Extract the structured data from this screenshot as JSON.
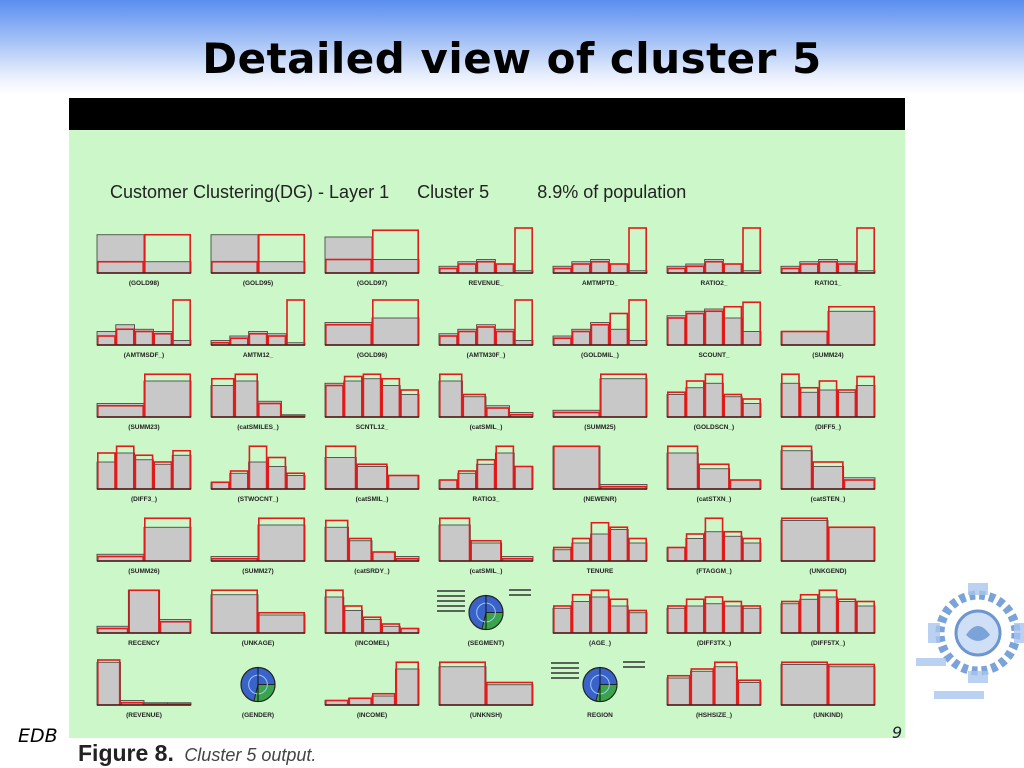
{
  "slide": {
    "title": "Detailed view of cluster 5",
    "footer_left": "EDB",
    "footer_right": "9"
  },
  "figure": {
    "caption_label": "Figure 8.",
    "caption_text": "Cluster 5 output."
  },
  "colors": {
    "header_gradient_top": "#5a8ef0",
    "figure_background": "#ccf7c8",
    "population_fill": "#c8c8c8",
    "cluster_outline": "#e21b1b",
    "pie_blue": "#3a63c9",
    "pie_green": "#3aa44a"
  },
  "chart_data": {
    "type": "bar",
    "title": "Customer Clustering(DG) - Layer 1",
    "cluster_label": "Cluster 5",
    "population_label": "8.9% of population",
    "ylim": [
      0,
      1
    ],
    "series_description": "gray fill = overall population distribution, red outline = cluster 5 distribution",
    "panels": [
      {
        "label": "(GOLD98)",
        "kind": "bar",
        "gray": [
          0.85,
          0.25
        ],
        "red": [
          0.25,
          0.85
        ]
      },
      {
        "label": "(GOLD95)",
        "kind": "bar",
        "gray": [
          0.85,
          0.25
        ],
        "red": [
          0.25,
          0.85
        ]
      },
      {
        "label": "(GOLD97)",
        "kind": "bar",
        "gray": [
          0.8,
          0.3
        ],
        "red": [
          0.3,
          0.95
        ]
      },
      {
        "label": "REVENUE_",
        "kind": "bar",
        "gray": [
          0.15,
          0.25,
          0.3,
          0.2,
          0.05
        ],
        "red": [
          0.1,
          0.2,
          0.25,
          0.2,
          1.0
        ]
      },
      {
        "label": "AMTMPTD_",
        "kind": "bar",
        "gray": [
          0.15,
          0.25,
          0.3,
          0.2,
          0.05
        ],
        "red": [
          0.1,
          0.2,
          0.25,
          0.2,
          1.0
        ]
      },
      {
        "label": "RATIO2_",
        "kind": "bar",
        "gray": [
          0.15,
          0.2,
          0.3,
          0.2,
          0.05
        ],
        "red": [
          0.1,
          0.15,
          0.25,
          0.2,
          1.0
        ]
      },
      {
        "label": "RATIO1_",
        "kind": "bar",
        "gray": [
          0.15,
          0.25,
          0.3,
          0.25,
          0.05
        ],
        "red": [
          0.1,
          0.2,
          0.25,
          0.2,
          1.0
        ]
      },
      {
        "label": "(AMTMSDF_)",
        "kind": "bar",
        "gray": [
          0.3,
          0.45,
          0.35,
          0.3,
          0.1
        ],
        "red": [
          0.2,
          0.35,
          0.3,
          0.25,
          1.0
        ]
      },
      {
        "label": "AMTM12_",
        "kind": "bar",
        "gray": [
          0.1,
          0.2,
          0.3,
          0.25,
          0.05
        ],
        "red": [
          0.05,
          0.15,
          0.25,
          0.2,
          1.0
        ]
      },
      {
        "label": "(GOLD96)",
        "kind": "bar",
        "gray": [
          0.5,
          0.6
        ],
        "red": [
          0.45,
          1.0
        ]
      },
      {
        "label": "(AMTM30F_)",
        "kind": "bar",
        "gray": [
          0.25,
          0.35,
          0.45,
          0.35,
          0.1
        ],
        "red": [
          0.2,
          0.3,
          0.4,
          0.3,
          1.0
        ]
      },
      {
        "label": "(GOLDMIL_)",
        "kind": "bar",
        "gray": [
          0.2,
          0.35,
          0.5,
          0.35,
          0.1
        ],
        "red": [
          0.15,
          0.3,
          0.45,
          0.7,
          1.0
        ]
      },
      {
        "label": "SCOUNT_",
        "kind": "bar",
        "gray": [
          0.65,
          0.75,
          0.8,
          0.6,
          0.3
        ],
        "red": [
          0.6,
          0.7,
          0.75,
          0.85,
          0.95
        ]
      },
      {
        "label": "(SUMM24)",
        "kind": "bar",
        "gray": [
          0.3,
          0.75
        ],
        "red": [
          0.3,
          0.85
        ]
      },
      {
        "label": "(SUMM23)",
        "kind": "bar",
        "gray": [
          0.3,
          0.8
        ],
        "red": [
          0.25,
          0.95
        ]
      },
      {
        "label": "(catSMILES_)",
        "kind": "bar",
        "gray": [
          0.7,
          0.8,
          0.35,
          0.05
        ],
        "red": [
          0.85,
          0.95,
          0.3,
          0.02
        ]
      },
      {
        "label": "SCNTL12_",
        "kind": "bar",
        "gray": [
          0.75,
          0.8,
          0.85,
          0.7,
          0.5
        ],
        "red": [
          0.7,
          0.9,
          0.95,
          0.85,
          0.6
        ]
      },
      {
        "label": "(catSMIL_)",
        "kind": "bar",
        "gray": [
          0.8,
          0.45,
          0.25,
          0.1
        ],
        "red": [
          0.95,
          0.5,
          0.2,
          0.05
        ]
      },
      {
        "label": "(SUMM25)",
        "kind": "bar",
        "gray": [
          0.15,
          0.85
        ],
        "red": [
          0.1,
          0.95
        ]
      },
      {
        "label": "(GOLDSCN_)",
        "kind": "bar",
        "gray": [
          0.5,
          0.65,
          0.75,
          0.45,
          0.3
        ],
        "red": [
          0.55,
          0.8,
          0.95,
          0.5,
          0.4
        ]
      },
      {
        "label": "(DIFF5_)",
        "kind": "bar",
        "gray": [
          0.75,
          0.55,
          0.6,
          0.55,
          0.7
        ],
        "red": [
          0.95,
          0.65,
          0.8,
          0.6,
          0.9
        ]
      },
      {
        "label": "(DIFF3_)",
        "kind": "bar",
        "gray": [
          0.6,
          0.8,
          0.65,
          0.55,
          0.75
        ],
        "red": [
          0.8,
          0.95,
          0.75,
          0.6,
          0.85
        ]
      },
      {
        "label": "(STWOCNT_)",
        "kind": "bar",
        "gray": [
          0.15,
          0.35,
          0.6,
          0.5,
          0.3
        ],
        "red": [
          0.15,
          0.4,
          0.95,
          0.7,
          0.35
        ]
      },
      {
        "label": "(catSMIL_)",
        "kind": "bar",
        "gray": [
          0.7,
          0.5,
          0.3
        ],
        "red": [
          0.95,
          0.55,
          0.3
        ]
      },
      {
        "label": "RATIO3_",
        "kind": "bar",
        "gray": [
          0.2,
          0.35,
          0.55,
          0.8,
          0.5
        ],
        "red": [
          0.2,
          0.4,
          0.65,
          0.95,
          0.5
        ]
      },
      {
        "label": "(NEWENR)",
        "kind": "bar",
        "gray": [
          0.95,
          0.1
        ],
        "red": [
          0.95,
          0.05
        ]
      },
      {
        "label": "(catSTXN_)",
        "kind": "bar",
        "gray": [
          0.8,
          0.45,
          0.2
        ],
        "red": [
          0.95,
          0.55,
          0.2
        ]
      },
      {
        "label": "(catSTEN_)",
        "kind": "bar",
        "gray": [
          0.85,
          0.5,
          0.25
        ],
        "red": [
          0.95,
          0.6,
          0.2
        ]
      },
      {
        "label": "(SUMM26)",
        "kind": "bar",
        "gray": [
          0.15,
          0.75
        ],
        "red": [
          0.1,
          0.95
        ]
      },
      {
        "label": "(SUMM27)",
        "kind": "bar",
        "gray": [
          0.1,
          0.8
        ],
        "red": [
          0.05,
          0.95
        ]
      },
      {
        "label": "(catSRDY_)",
        "kind": "bar",
        "gray": [
          0.75,
          0.45,
          0.2,
          0.1
        ],
        "red": [
          0.9,
          0.5,
          0.2,
          0.05
        ]
      },
      {
        "label": "(catSMIL_)",
        "kind": "bar",
        "gray": [
          0.8,
          0.4,
          0.1
        ],
        "red": [
          0.95,
          0.45,
          0.05
        ]
      },
      {
        "label": "TENURE",
        "kind": "bar",
        "gray": [
          0.25,
          0.4,
          0.6,
          0.7,
          0.4
        ],
        "red": [
          0.3,
          0.5,
          0.85,
          0.75,
          0.5
        ]
      },
      {
        "label": "(FTAGGM_)",
        "kind": "bar",
        "gray": [
          0.3,
          0.5,
          0.65,
          0.55,
          0.4
        ],
        "red": [
          0.3,
          0.6,
          0.95,
          0.65,
          0.5
        ]
      },
      {
        "label": "(UNKGEND)",
        "kind": "bar",
        "gray": [
          0.9,
          0.75
        ],
        "red": [
          0.95,
          0.75
        ]
      },
      {
        "label": "RECENCY",
        "kind": "bar",
        "gray": [
          0.15,
          0.95,
          0.3
        ],
        "red": [
          0.1,
          0.95,
          0.25
        ]
      },
      {
        "label": "(UNKAGE)",
        "kind": "bar",
        "gray": [
          0.85,
          0.4
        ],
        "red": [
          0.95,
          0.45
        ]
      },
      {
        "label": "(INCOMEL)",
        "kind": "bar",
        "gray": [
          0.8,
          0.5,
          0.3,
          0.15,
          0.1
        ],
        "red": [
          0.95,
          0.6,
          0.35,
          0.2,
          0.1
        ]
      },
      {
        "label": "(SEGMENT)",
        "kind": "pie",
        "legend_lines": 5
      },
      {
        "label": "(AGE_)",
        "kind": "bar",
        "gray": [
          0.55,
          0.7,
          0.8,
          0.6,
          0.45
        ],
        "red": [
          0.6,
          0.85,
          0.95,
          0.75,
          0.5
        ]
      },
      {
        "label": "(DIFF3TX_)",
        "kind": "bar",
        "gray": [
          0.55,
          0.6,
          0.65,
          0.6,
          0.55
        ],
        "red": [
          0.6,
          0.75,
          0.8,
          0.7,
          0.6
        ]
      },
      {
        "label": "(DIFF5TX_)",
        "kind": "bar",
        "gray": [
          0.65,
          0.75,
          0.8,
          0.7,
          0.6
        ],
        "red": [
          0.7,
          0.85,
          0.95,
          0.75,
          0.7
        ]
      },
      {
        "label": "(REVENUE)",
        "kind": "bar",
        "gray": [
          0.95,
          0.1,
          0.05,
          0.05
        ],
        "red": [
          1.0,
          0.05,
          0.02,
          0.02
        ]
      },
      {
        "label": "(GENDER)",
        "kind": "pie",
        "legend_lines": 0
      },
      {
        "label": "(INCOME)",
        "kind": "bar",
        "gray": [
          0.1,
          0.15,
          0.2,
          0.8
        ],
        "red": [
          0.1,
          0.15,
          0.25,
          0.95
        ]
      },
      {
        "label": "(UNKNSH)",
        "kind": "bar",
        "gray": [
          0.85,
          0.45
        ],
        "red": [
          0.95,
          0.5
        ]
      },
      {
        "label": "REGION",
        "kind": "pie",
        "legend_lines": 4
      },
      {
        "label": "(HSHSIZE_)",
        "kind": "bar",
        "gray": [
          0.6,
          0.75,
          0.85,
          0.5
        ],
        "red": [
          0.65,
          0.8,
          0.95,
          0.55
        ]
      },
      {
        "label": "(UNKIND)",
        "kind": "bar",
        "gray": [
          0.9,
          0.85
        ],
        "red": [
          0.95,
          0.9
        ]
      }
    ]
  }
}
